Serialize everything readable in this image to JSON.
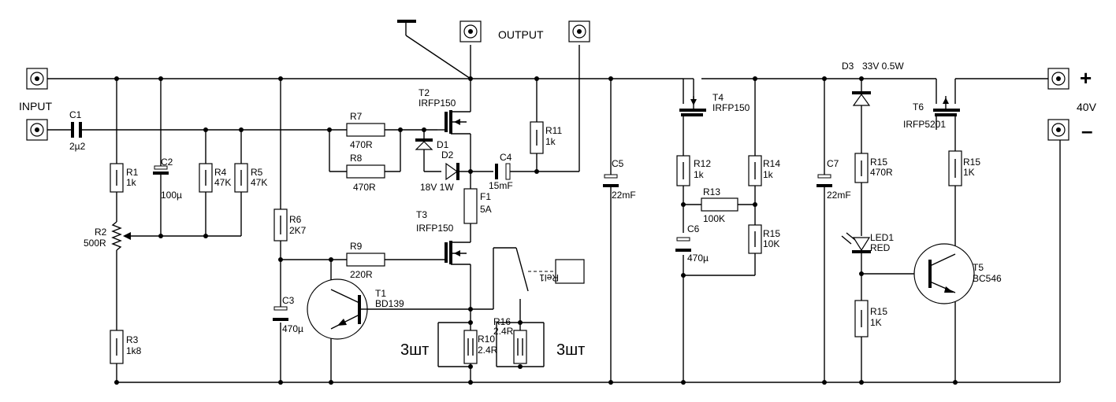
{
  "labels": {
    "input": "INPUT",
    "output": "OUTPUT",
    "plus": "+",
    "minus": "–",
    "supply": "40V",
    "count_left": "3шт",
    "count_right": "3шт"
  },
  "components": {
    "c1": {
      "name": "C1",
      "value": "2µ2"
    },
    "c2": {
      "name": "C2",
      "value": "100µ"
    },
    "c3": {
      "name": "C3",
      "value": "470µ"
    },
    "c4": {
      "name": "C4",
      "value": "15mF"
    },
    "c5": {
      "name": "C5",
      "value": "22mF"
    },
    "c6": {
      "name": "C6",
      "value": "470µ"
    },
    "c7": {
      "name": "C7",
      "value": "22mF"
    },
    "r1": {
      "name": "R1",
      "value": "1k"
    },
    "r2": {
      "name": "R2",
      "value": "500R"
    },
    "r3": {
      "name": "R3",
      "value": "1k8"
    },
    "r4": {
      "name": "R4",
      "value": "47K"
    },
    "r5": {
      "name": "R5",
      "value": "47K"
    },
    "r6": {
      "name": "R6",
      "value": "2K7"
    },
    "r7": {
      "name": "R7",
      "value": "470R"
    },
    "r8": {
      "name": "R8",
      "value": "470R"
    },
    "r9": {
      "name": "R9",
      "value": "220R"
    },
    "r10": {
      "name": "R10",
      "value": "2.4R"
    },
    "r11": {
      "name": "R11",
      "value": "1k"
    },
    "r12": {
      "name": "R12",
      "value": "1k"
    },
    "r13": {
      "name": "R13",
      "value": "100K"
    },
    "r14": {
      "name": "R14",
      "value": "1k"
    },
    "r15a": {
      "name": "R15",
      "value": "10K"
    },
    "r15b": {
      "name": "R15",
      "value": "470R"
    },
    "r15c": {
      "name": "R15",
      "value": "1K"
    },
    "r15d": {
      "name": "R15",
      "value": "1K"
    },
    "r16": {
      "name": "R16",
      "value": "2.4R"
    },
    "d1": {
      "name": "D1"
    },
    "d2": {
      "name": "D2",
      "value": "18V 1W"
    },
    "d3": {
      "name": "D3",
      "value": "33V 0.5W"
    },
    "led1": {
      "name": "LED1",
      "value": "RED"
    },
    "f1": {
      "name": "F1",
      "value": "5A"
    },
    "t1": {
      "name": "T1",
      "value": "BD139"
    },
    "t2": {
      "name": "T2",
      "value": "IRFP150"
    },
    "t3": {
      "name": "T3",
      "value": "IRFP150"
    },
    "t4": {
      "name": "T4",
      "value": "IRFP150"
    },
    "t5": {
      "name": "T5",
      "value": "BC546"
    },
    "t6": {
      "name": "T6",
      "value": "IRFP5201"
    },
    "rel": {
      "name": "Rel1"
    }
  }
}
